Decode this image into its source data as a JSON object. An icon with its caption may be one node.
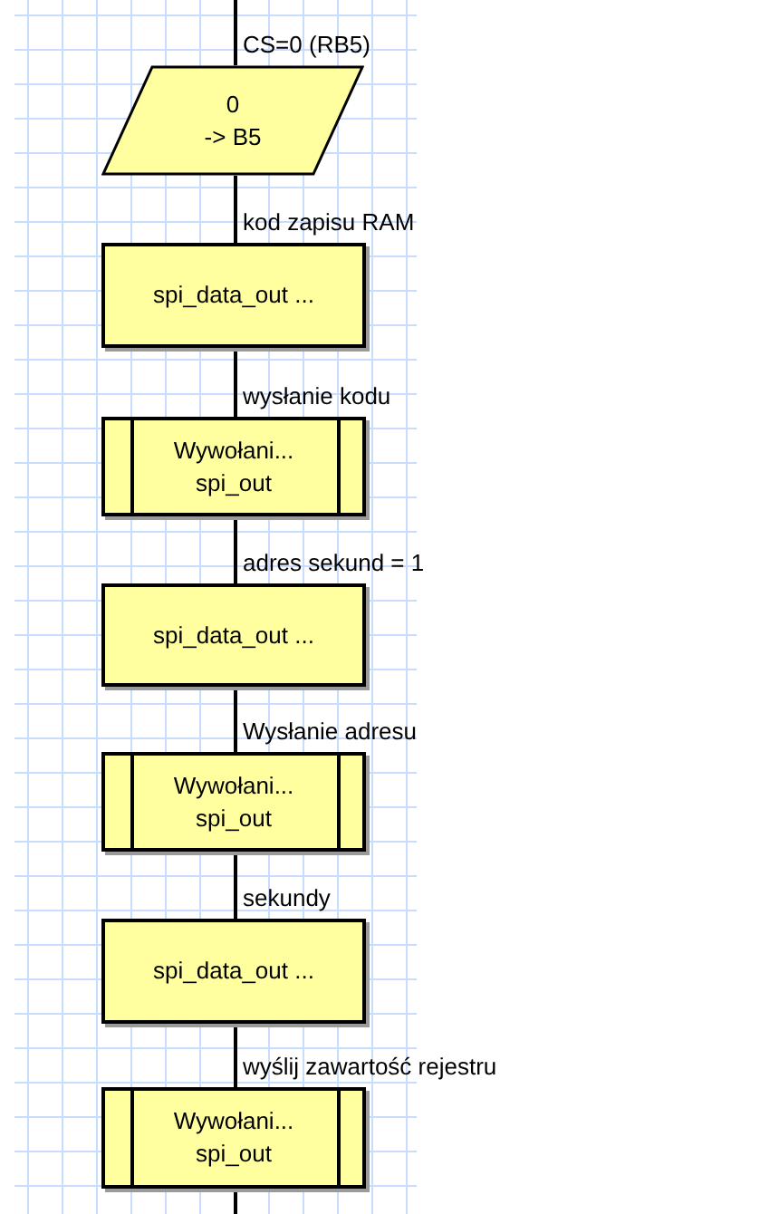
{
  "diagram": {
    "nodes": [
      {
        "text": [
          "0",
          "-> B5"
        ]
      },
      {
        "text": [
          "spi_data_out ..."
        ]
      },
      {
        "text": [
          "Wywołani...",
          "spi_out"
        ]
      },
      {
        "text": [
          "spi_data_out ..."
        ]
      },
      {
        "text": [
          "Wywołani...",
          "spi_out"
        ]
      },
      {
        "text": [
          "spi_data_out ..."
        ]
      },
      {
        "text": [
          "Wywołani...",
          "spi_out"
        ]
      }
    ],
    "edges": [
      {
        "from": null,
        "to": 0,
        "arrow": "none",
        "label": "CS=0 (RB5)"
      },
      {
        "from": 0,
        "to": 1,
        "arrow": "none",
        "label": "kod zapisu RAM"
      },
      {
        "from": 1,
        "to": 2,
        "arrow": "none",
        "label": "wysłanie kodu"
      },
      {
        "from": 2,
        "to": 3,
        "arrow": "none",
        "label": "adres sekund = 1"
      },
      {
        "from": 3,
        "to": 4,
        "arrow": "none",
        "label": "Wysłanie adresu"
      },
      {
        "from": 4,
        "to": 5,
        "arrow": "none",
        "label": "sekundy"
      },
      {
        "from": 5,
        "to": 6,
        "arrow": "none",
        "label": "wyślij zawartość rejestru"
      },
      {
        "from": 6,
        "to": null,
        "arrow": "none"
      }
    ]
  }
}
